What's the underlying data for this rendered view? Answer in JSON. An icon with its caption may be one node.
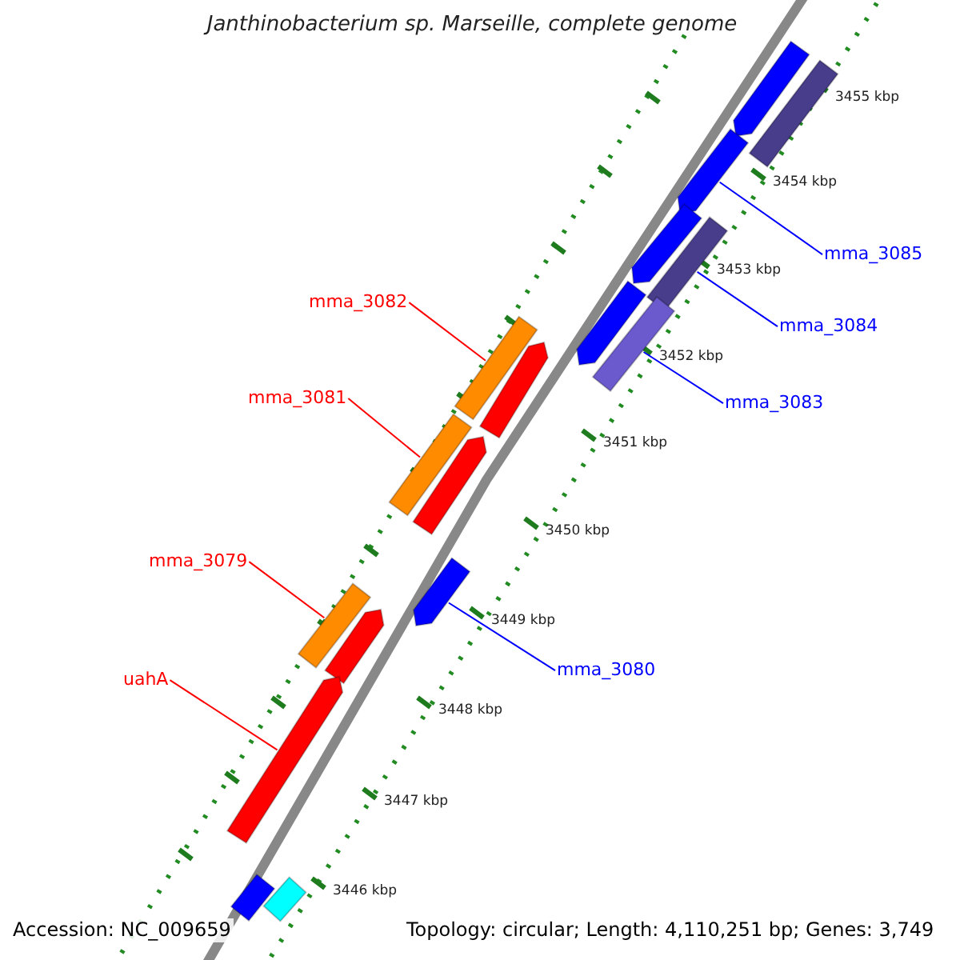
{
  "diagram": {
    "title": "Janthinobacterium sp. Marseille, complete genome",
    "nodes": [
      {
        "text": [],
        "shape": "bar"
      },
      {
        "text": [],
        "shape": "bar"
      },
      {
        "text": [],
        "shape": "bar"
      },
      {
        "text": [],
        "shape": "bar"
      },
      {
        "text": [],
        "shape": "bar"
      },
      {
        "text": [
          "mma_3085"
        ]
      },
      {
        "text": [],
        "shape": "bar"
      },
      {
        "text": [],
        "shape": "bar"
      },
      {
        "text": [
          "mma_3082"
        ]
      },
      {
        "text": [],
        "shape": "bar"
      },
      {
        "text": [
          "mma_3084"
        ]
      },
      {
        "text": [],
        "shape": "bar"
      },
      {
        "text": [
          "mma_3081"
        ]
      },
      {
        "text": [
          "mma_3083"
        ]
      },
      {
        "text": [],
        "shape": "bar"
      },
      {
        "text": [],
        "shape": "bar"
      },
      {
        "text": [
          "mma_3079"
        ]
      },
      {
        "text": [],
        "shape": "bar"
      },
      {
        "text": [],
        "shape": "bar"
      },
      {
        "text": [],
        "shape": "bar"
      },
      {
        "text": [
          "mma_3080"
        ]
      },
      {
        "text": [],
        "shape": "bar"
      },
      {
        "text": [
          "uahA"
        ]
      },
      {
        "text": [],
        "shape": "bar"
      },
      {
        "text": [],
        "shape": "bar"
      }
    ],
    "edges": [
      {
        "from": 5,
        "to": 2,
        "arrow": "none",
        "color": "#0000ff"
      },
      {
        "from": 8,
        "to": 9,
        "arrow": "none",
        "color": "#ff0000"
      },
      {
        "from": 10,
        "to": 4,
        "arrow": "none",
        "color": "#0000ff"
      },
      {
        "from": 12,
        "to": 14,
        "arrow": "none",
        "color": "#ff0000"
      },
      {
        "from": 13,
        "to": 7,
        "arrow": "none",
        "color": "#0000ff"
      },
      {
        "from": 16,
        "to": 18,
        "arrow": "none",
        "color": "#ff0000"
      },
      {
        "from": 20,
        "to": 17,
        "arrow": "none",
        "color": "#0000ff"
      },
      {
        "from": 22,
        "to": 21,
        "arrow": "none",
        "color": "#ff0000"
      }
    ],
    "labels": [
      "3455 kbp",
      "3454 kbp",
      "3453 kbp",
      "3452 kbp",
      "3451 kbp",
      "3450 kbp",
      "3449 kbp",
      "3448 kbp",
      "3447 kbp",
      "3446 kbp",
      "Accession: NC_009659",
      "Topology: circular; Length: 4,110,251 bp; Genes: 3,749"
    ]
  }
}
